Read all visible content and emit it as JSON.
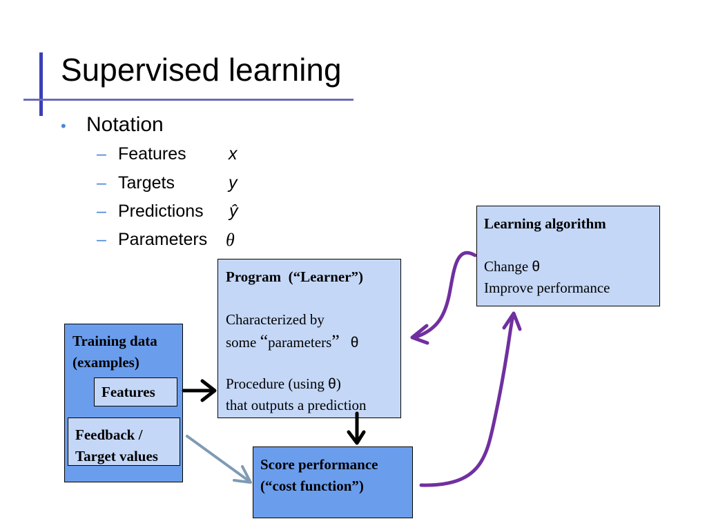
{
  "slide": {
    "title": "Supervised learning",
    "bullet": "Notation",
    "notation": [
      {
        "label": "Features",
        "symbol": "x"
      },
      {
        "label": "Targets",
        "symbol": "y"
      },
      {
        "label": "Predictions",
        "symbol": "ŷ"
      },
      {
        "label": "Parameters",
        "symbol": "θ"
      }
    ]
  },
  "diagram": {
    "learning_algorithm": {
      "title": "Learning algorithm",
      "line1_prefix": "Change ",
      "line1_theta": "θ",
      "line2": "Improve performance"
    },
    "program": {
      "title": "Program  (“Learner”)",
      "char_line1": "Characterized by",
      "char_line2_a": "some ",
      "char_line2_q1": "“",
      "char_line2_b": "parameters",
      "char_line2_q2": "”",
      "char_line2_theta": "θ",
      "proc_line1_prefix": "Procedure (using ",
      "proc_line1_theta": "θ",
      "proc_line1_suffix": ")",
      "proc_line2": "that outputs a prediction"
    },
    "training_data": {
      "title_line1": "Training data",
      "title_line2": "(examples)"
    },
    "features_box": "Features",
    "feedback_box": {
      "line1": "Feedback /",
      "line2": "Target values"
    },
    "score": {
      "line1": "Score performance",
      "line2": "(“cost function”)"
    }
  },
  "colors": {
    "light_box": "#c4d7f7",
    "dark_box": "#6b9ded",
    "purple_arrow": "#7030a0",
    "gray_arrow": "#7f9bb3",
    "accent_bar": "#3b3fb8",
    "bullet_color": "#4a86d8"
  }
}
